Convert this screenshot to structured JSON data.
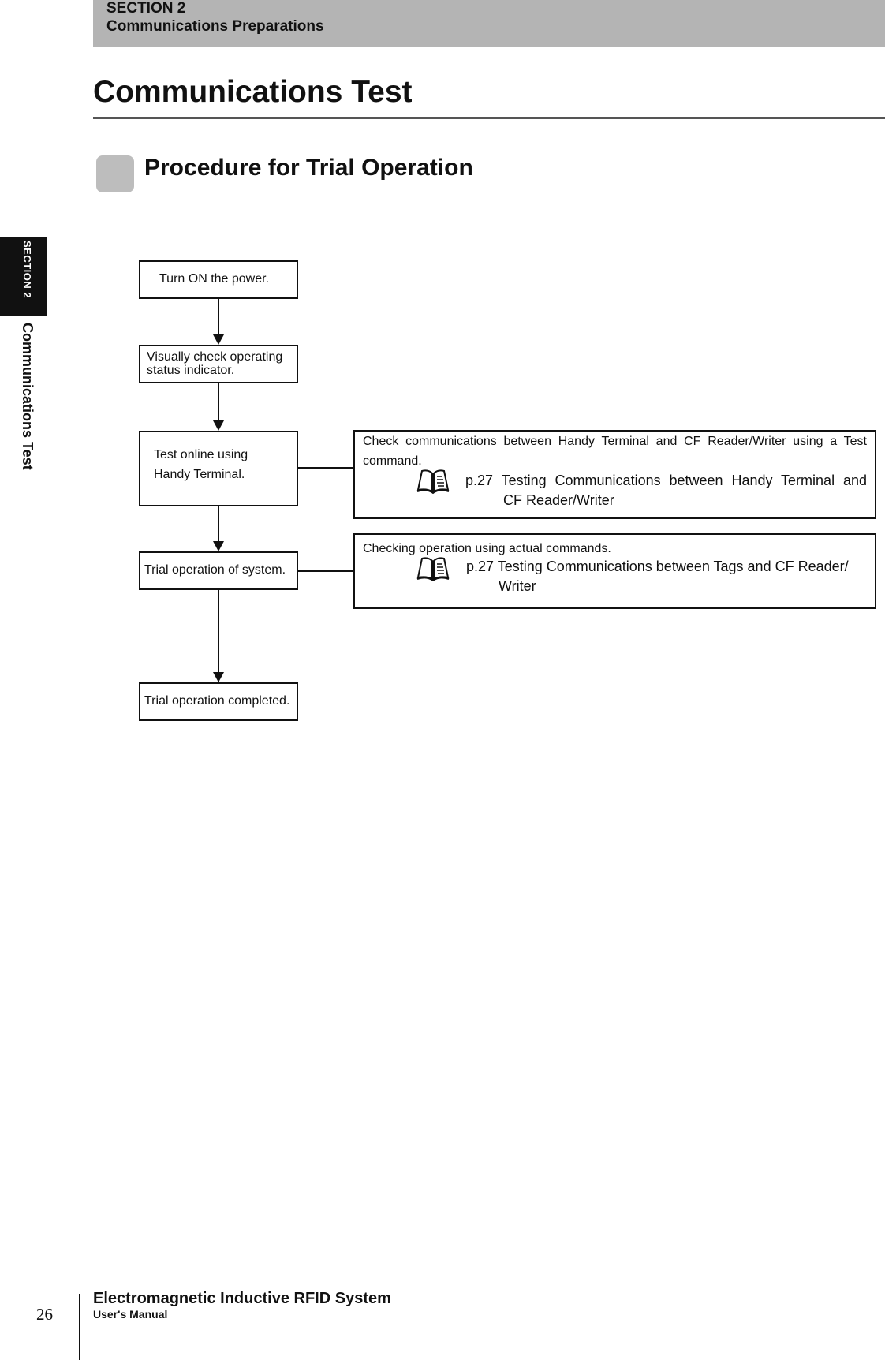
{
  "header": {
    "section": "SECTION 2",
    "chapter": "Communications Preparations"
  },
  "page_title": "Communications Test",
  "subsection_title": "Procedure for Trial Operation",
  "side_tab": {
    "section": "SECTION 2",
    "title": "Communications Test"
  },
  "flowchart": {
    "steps": [
      {
        "lines": [
          "Turn ON the power."
        ]
      },
      {
        "lines": [
          "Visually check operating",
          "status indicator."
        ]
      },
      {
        "lines": [
          "Test online using",
          "Handy Terminal."
        ]
      },
      {
        "lines": [
          "Trial operation of system."
        ]
      },
      {
        "lines": [
          "Trial operation completed."
        ]
      }
    ],
    "notes": [
      {
        "text": "Check communications between Handy Terminal and CF Reader/Writer using a Test command.",
        "ref_line1": "p.27 Testing Communications between Handy Terminal and",
        "ref_line2": "CF Reader/Writer",
        "icon": "manual-book-icon"
      },
      {
        "text": "Checking operation using actual commands.",
        "ref_line1": "p.27 Testing Communications between Tags and CF Reader/",
        "ref_line2": "Writer",
        "icon": "manual-book-icon"
      }
    ]
  },
  "footer": {
    "page_number": "26",
    "title": "Electromagnetic Inductive RFID System",
    "subtitle": "User's Manual"
  }
}
